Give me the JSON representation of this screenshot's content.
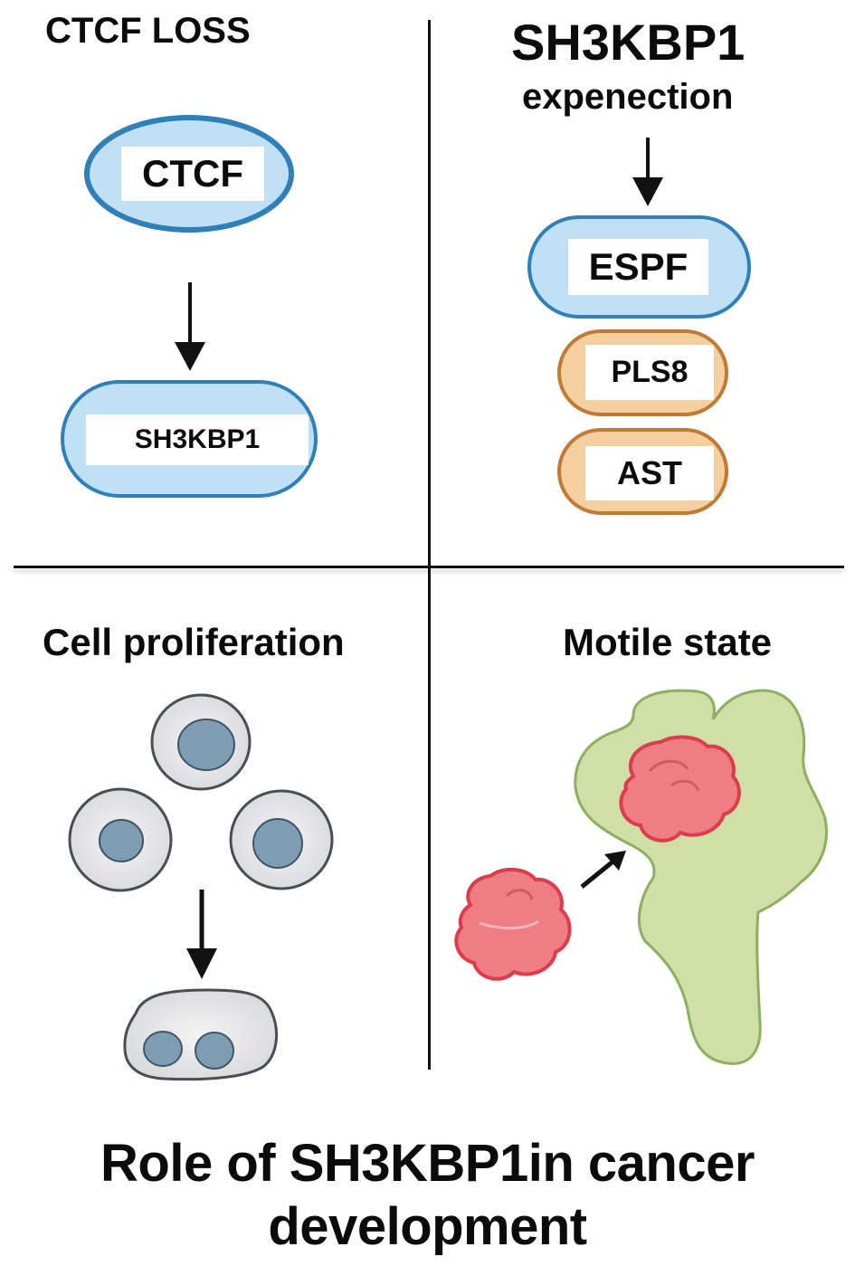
{
  "quadrants": {
    "top_left": {
      "heading": "CTCF LOSS",
      "nodes": [
        {
          "label": "CTCF",
          "kind": "protein-blue"
        },
        {
          "label": "SH3KBP1",
          "kind": "protein-blue"
        }
      ]
    },
    "top_right": {
      "heading_line1": "SH3KBP1",
      "heading_line2": "expenection",
      "nodes": [
        {
          "label": "ESPF",
          "kind": "protein-blue"
        },
        {
          "label": "PLS8",
          "kind": "protein-orange"
        },
        {
          "label": "AST",
          "kind": "protein-orange"
        }
      ]
    },
    "bottom_left": {
      "heading": "Cell proliferation",
      "illustration": "three single-nucleus cells dividing into a binucleate cell"
    },
    "bottom_right": {
      "heading": "Motile state",
      "illustration": "red cell cluster entering a green migratory cell"
    }
  },
  "caption": {
    "line1": "Role of SH3KBP1in cancer",
    "line2": "development"
  },
  "colors": {
    "blue_fill": "#bfe0f5",
    "blue_stroke": "#2f7fb8",
    "orange_fill": "#f4cf9f",
    "orange_stroke": "#c07a36",
    "cell_fill": "#e4e5e7",
    "cell_stroke": "#4a4d52",
    "nucleus_fill": "#7e9db3",
    "motile_cell_fill": "#cfe0a6",
    "motile_cell_stroke": "#8fae62",
    "cluster_fill": "#ee7e84",
    "cluster_stroke": "#dc3c4c"
  }
}
